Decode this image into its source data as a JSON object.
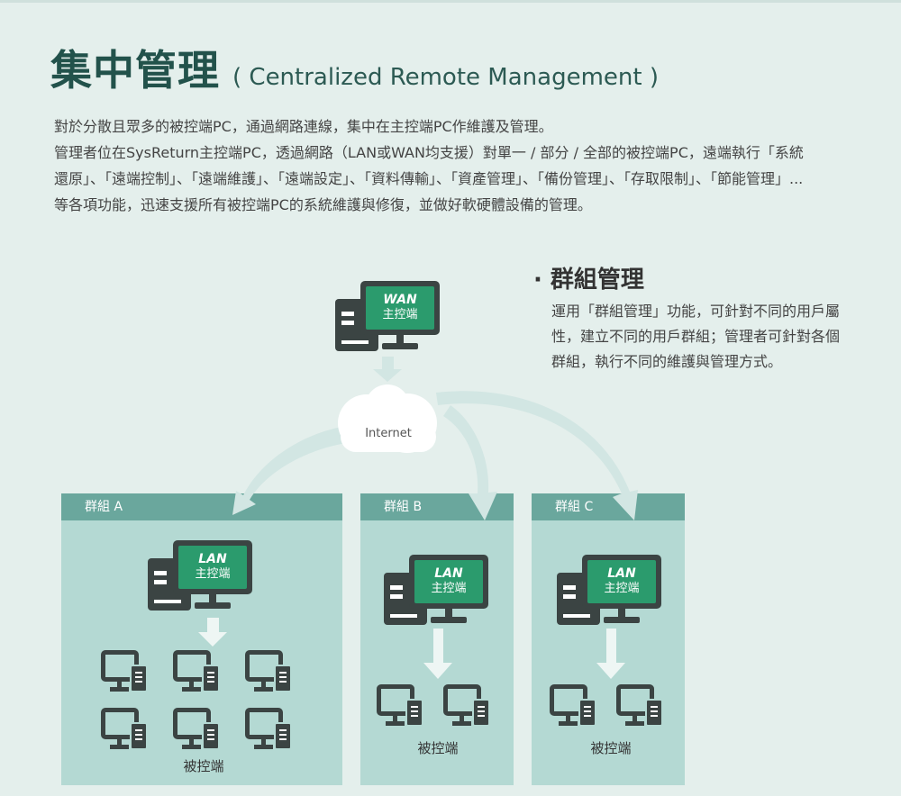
{
  "header": {
    "title_zh": "集中管理",
    "title_en": "( Centralized Remote Management )"
  },
  "intro": [
    "對於分散且眾多的被控端PC，通過網路連線，集中在主控端PC作維護及管理。",
    "管理者位在SysReturn主控端PC，透過網路（LAN或WAN均支援）對單一 / 部分 / 全部的被控端PC，遠端執行「系統還原」、「遠端控制」、「遠端維護」、「遠端設定」、「資料傳輸」、「資產管理」、「備份管理」、「存取限制」、「節能管理」...等各項功能，迅速支援所有被控端PC的系統維護與修復，並做好軟硬體設備的管理。"
  ],
  "side": {
    "title": "· 群組管理",
    "text": "運用「群組管理」功能，可針對不同的用戶屬性，建立不同的用戶群組；管理者可針對各個群組，執行不同的維護與管理方式。"
  },
  "diagram": {
    "wan_host": {
      "line1": "WAN",
      "line2": "主控端"
    },
    "cloud_label": "Internet",
    "groups": [
      {
        "name": "群組 A",
        "host_line1": "LAN",
        "host_line2": "主控端",
        "client_label": "被控端",
        "client_count": 6
      },
      {
        "name": "群組 B",
        "host_line1": "LAN",
        "host_line2": "主控端",
        "client_label": "被控端",
        "client_count": 2
      },
      {
        "name": "群組 C",
        "host_line1": "LAN",
        "host_line2": "主控端",
        "client_label": "被控端",
        "client_count": 2
      }
    ]
  },
  "colors": {
    "background": "#e4efec",
    "group_panel": "#b4d9d3",
    "group_header": "#6aa79d",
    "screen_green": "#2b9b6d",
    "device_dark": "#3b4443",
    "title_green": "#22524b"
  }
}
